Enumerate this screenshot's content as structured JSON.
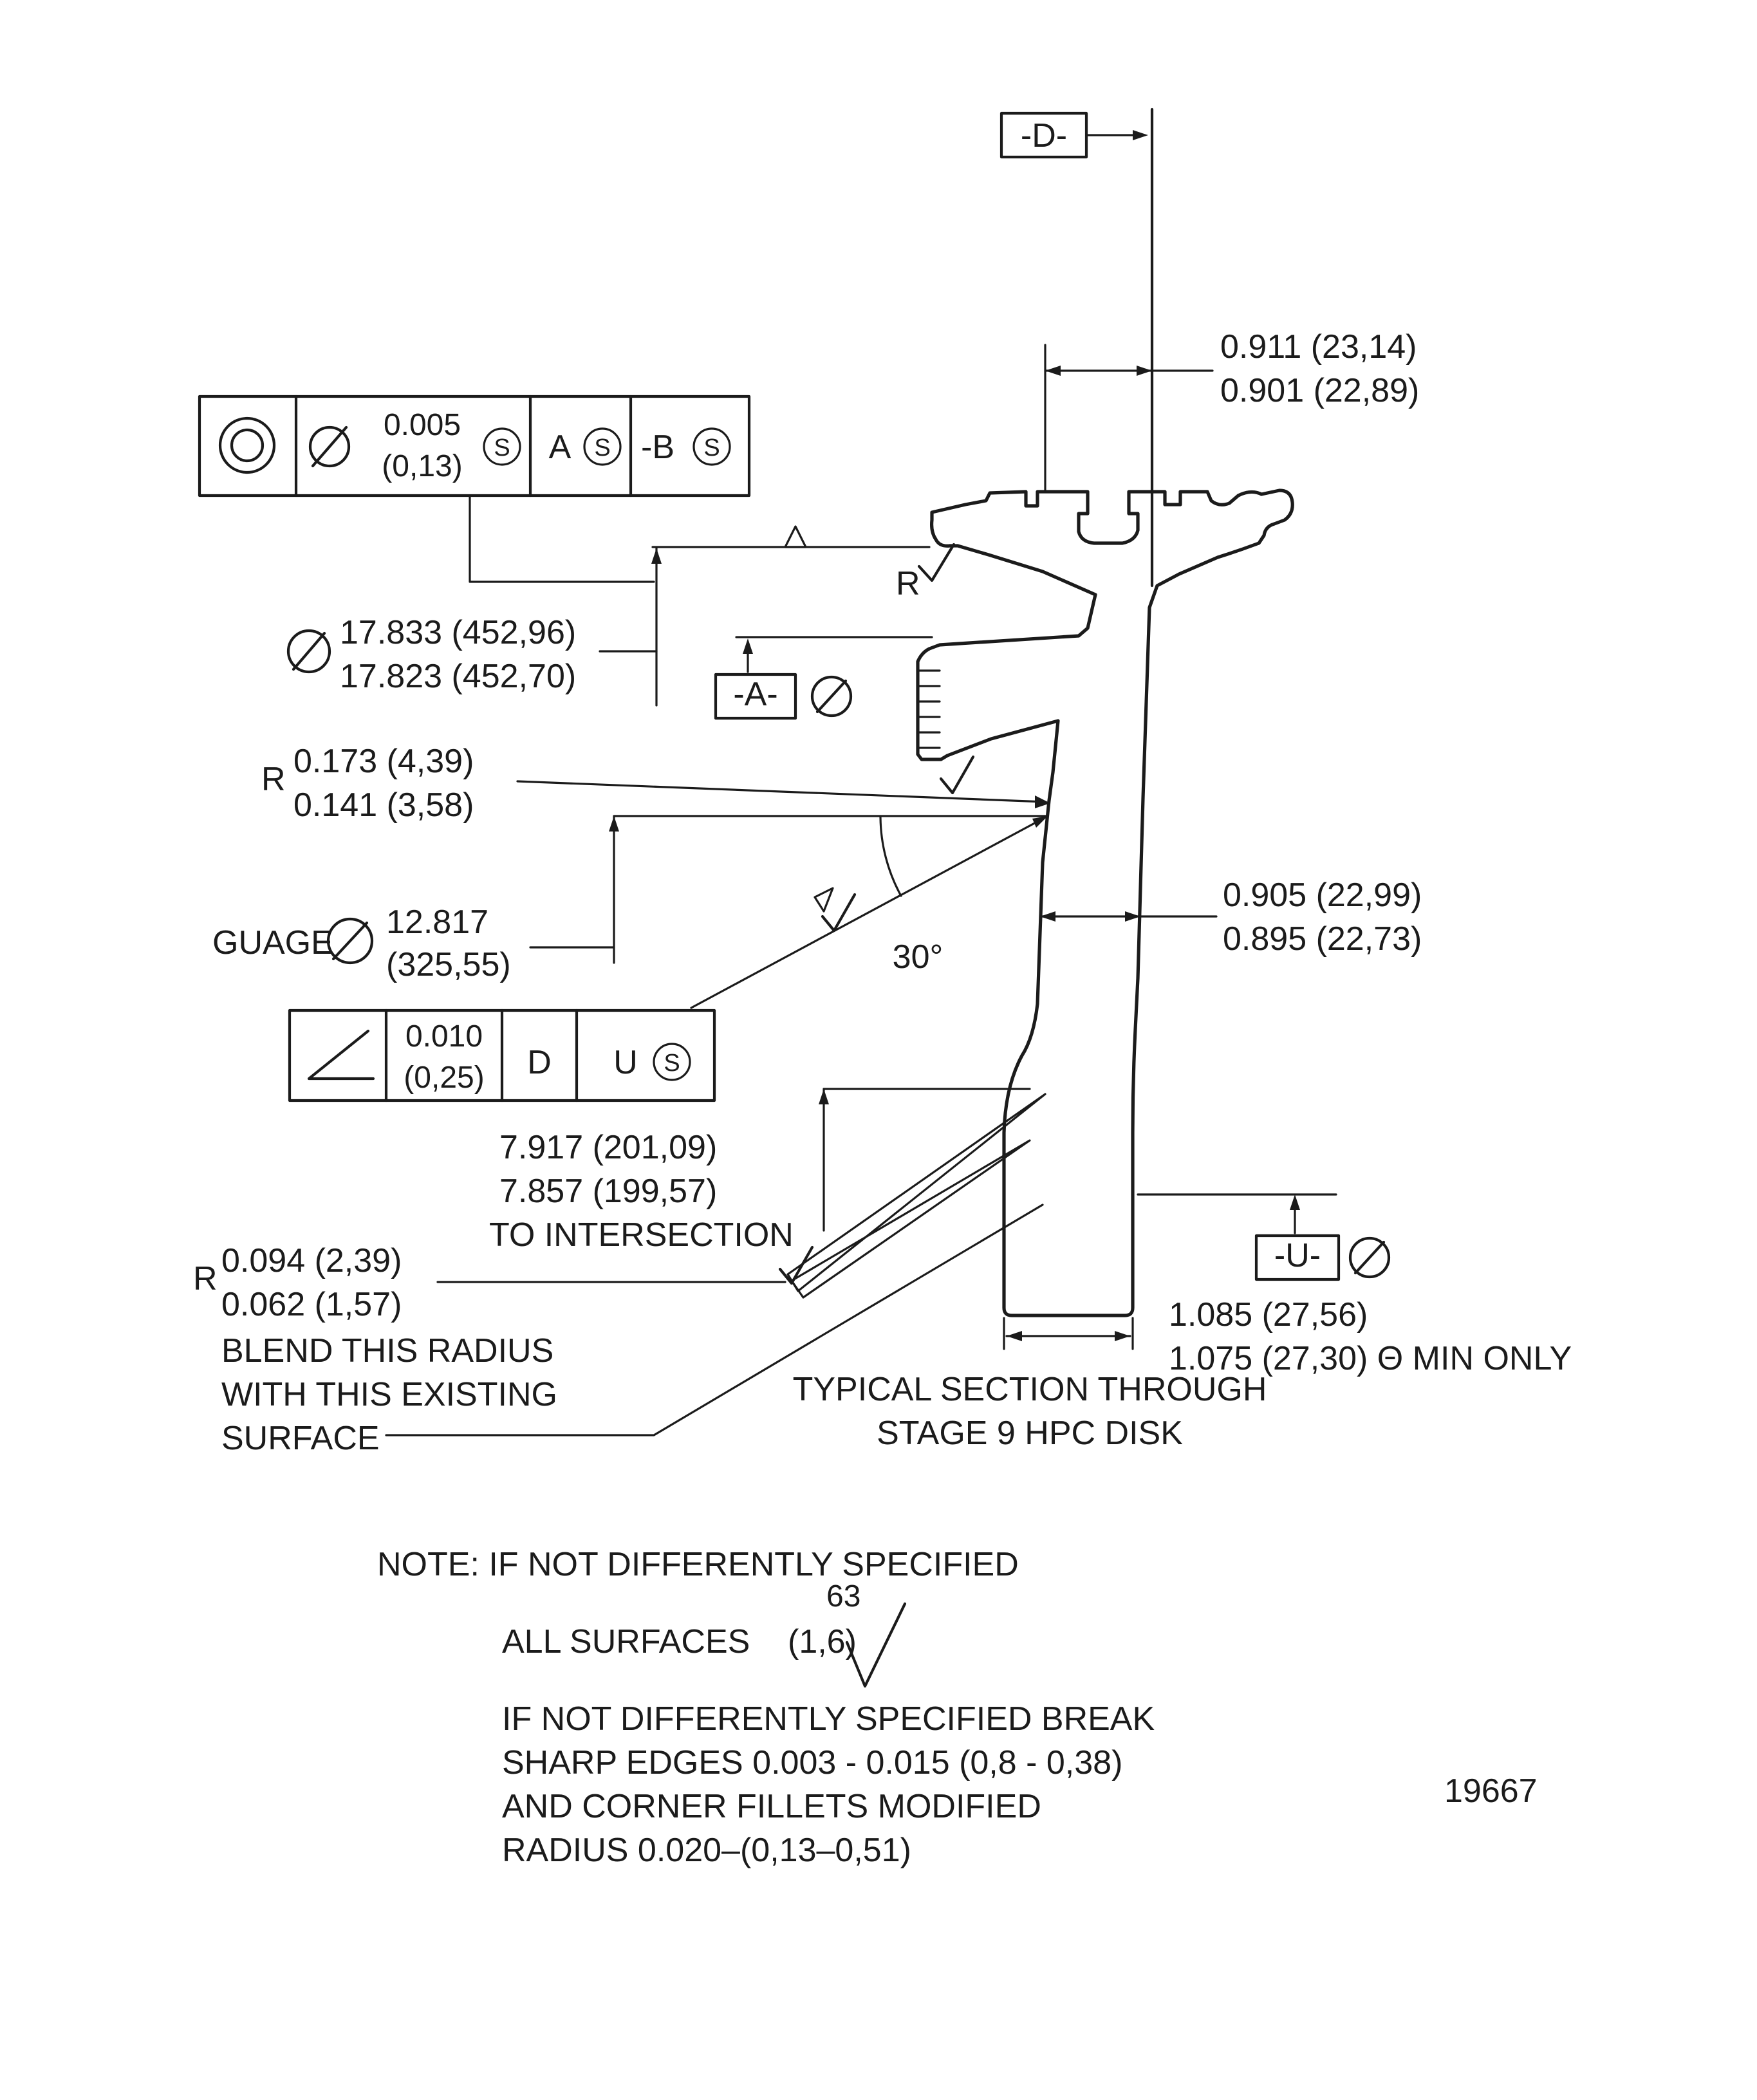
{
  "colors": {
    "ink": "#1b1b1b",
    "paper": "#ffffff"
  },
  "datum_flags": {
    "d": "-D-",
    "a": "-A-",
    "u": "-U-"
  },
  "fcf1": {
    "symbol": "concentricity",
    "tol_line1": "0.005",
    "tol_line2": "(0,13)",
    "tol_mod": "S",
    "datum1": "A",
    "datum1_mod": "S",
    "datum2": "-B",
    "datum2_mod": "S"
  },
  "fcf2": {
    "symbol": "angularity",
    "tol_line1": "0.010",
    "tol_line2": "(0,25)",
    "datum1": "D",
    "datum2": "U",
    "datum2_mod": "S"
  },
  "dims": {
    "top_width": {
      "line1": "0.911 (23,14)",
      "line2": "0.901 (22,89)"
    },
    "rim_diameter": {
      "line1": "17.833 (452,96)",
      "line2": "17.823 (452,70)"
    },
    "web_radius": {
      "prefix": "R",
      "line1": "0.173 (4,39)",
      "line2": "0.141 (3,58)"
    },
    "gauge": {
      "label": "GUAGE",
      "line1": "12.817",
      "line2": "(325,55)"
    },
    "angle": {
      "value": "30°"
    },
    "web_width": {
      "line1": "0.905 (22,99)",
      "line2": "0.895 (22,73)"
    },
    "intersection": {
      "line1": "7.917 (201,09)",
      "line2": "7.857 (199,57)",
      "line3": "TO INTERSECTION"
    },
    "blend_radius": {
      "prefix": "R",
      "line1": "0.094 (2,39)",
      "line2": "0.062 (1,57)"
    },
    "bore_width": {
      "line1": "1.085 (27,56)",
      "line2": "1.075 (27,30) Θ MIN ONLY"
    }
  },
  "annotations": {
    "surface_r": "R",
    "blend_line1": "BLEND THIS RADIUS",
    "blend_line2": "WITH THIS EXISTING",
    "blend_line3": "SURFACE",
    "caption_line1": "TYPICAL SECTION THROUGH",
    "caption_line2": "STAGE 9 HPC DISK"
  },
  "notes": {
    "line1": "NOTE: IF NOT DIFFERENTLY SPECIFIED",
    "roughness_max": "63",
    "line2a": "ALL SURFACES",
    "line2b": "(1,6)",
    "line3": "IF NOT DIFFERENTLY SPECIFIED BREAK",
    "line4": "SHARP EDGES 0.003 - 0.015 (0,8 - 0,38)",
    "line5": "AND CORNER FILLETS MODIFIED",
    "line6": "RADIUS 0.020–(0,13–0,51)"
  },
  "figure_number": "19667"
}
